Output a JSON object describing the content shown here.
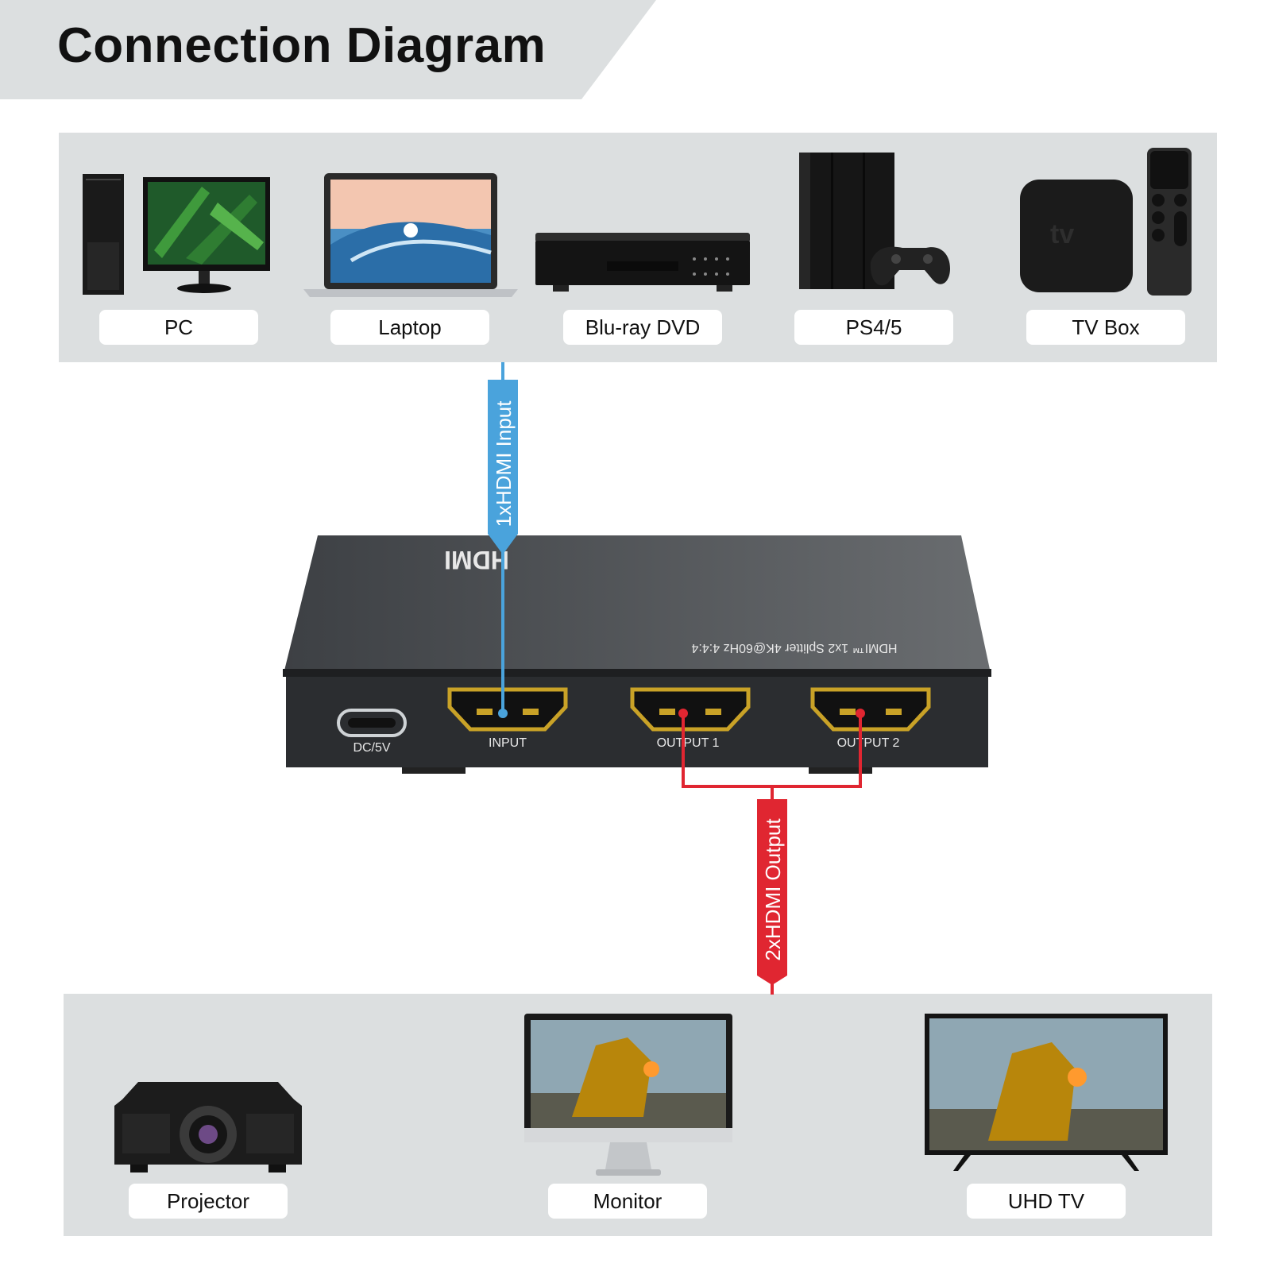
{
  "title": "Connection Diagram",
  "colors": {
    "banner": "#dcdfe0",
    "panel": "#dcdfe0",
    "input_line": "#4aa3dc",
    "output_line": "#e02631",
    "splitter_body": "#3b3e41",
    "port_gold": "#c9a227"
  },
  "sources": [
    {
      "label": "PC",
      "icon": "pc-monitor-icon"
    },
    {
      "label": "Laptop",
      "icon": "laptop-icon"
    },
    {
      "label": "Blu-ray DVD",
      "icon": "bluray-player-icon"
    },
    {
      "label": "PS4/5",
      "icon": "game-console-icon"
    },
    {
      "label": "TV Box",
      "icon": "tv-box-icon"
    }
  ],
  "destinations": [
    {
      "label": "Projector",
      "icon": "projector-icon"
    },
    {
      "label": "Monitor",
      "icon": "monitor-icon"
    },
    {
      "label": "UHD TV",
      "icon": "uhd-tv-icon"
    }
  ],
  "input_cable": {
    "label": "1xHDMI Input"
  },
  "output_cable": {
    "label": "2xHDMI Output"
  },
  "splitter": {
    "logo": "HDMI",
    "model_text": "HDMI™ 1x2 Splitter 4K@60Hz 4:4:4",
    "ports": {
      "power": "DC/5V",
      "input": "INPUT",
      "output1": "OUTPUT 1",
      "output2": "OUTPUT 2"
    }
  }
}
